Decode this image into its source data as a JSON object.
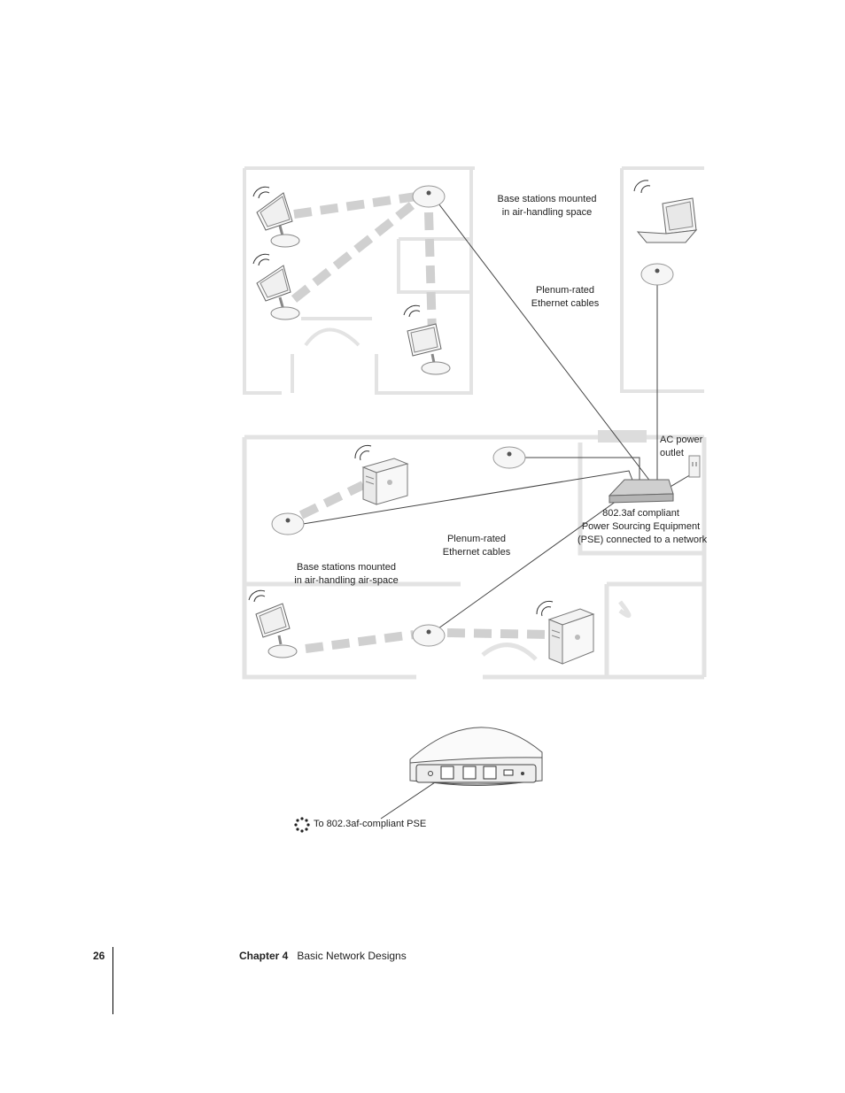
{
  "labels": {
    "top_base_stations": [
      "Base stations mounted",
      "in air-handling space"
    ],
    "top_cables": [
      "Plenum-rated",
      "Ethernet cables"
    ],
    "ac_outlet": [
      "AC power",
      "outlet"
    ],
    "pse": [
      "802.3af compliant",
      "Power Sourcing Equipment",
      "(PSE) connected to a network"
    ],
    "mid_cables": [
      "Plenum-rated",
      "Ethernet cables"
    ],
    "bottom_base_stations": [
      "Base stations mounted",
      "in air-handling air-space"
    ],
    "pse_port": "To 802.3af-compliant PSE"
  },
  "footer": {
    "page_number": "26",
    "chapter": "Chapter 4",
    "chapter_title": "Basic Network Designs"
  },
  "colors": {
    "wall": "#e6e6e6",
    "signal": "#d3d3d3",
    "cable": "#444444"
  }
}
